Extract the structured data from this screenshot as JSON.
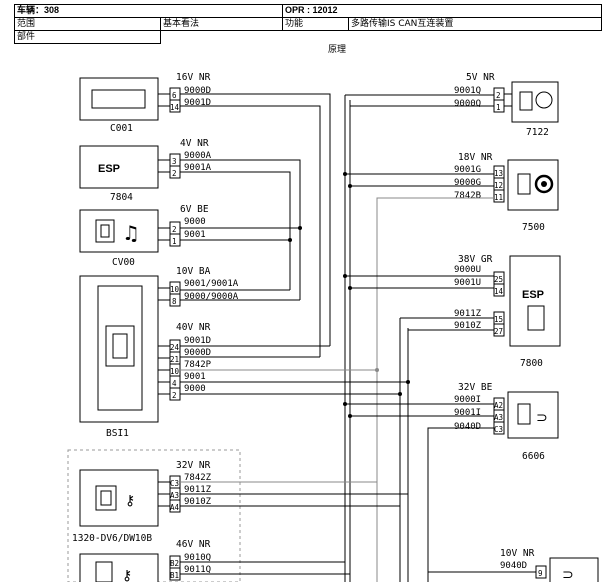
{
  "header": {
    "vehicle_label": "车辆：308",
    "opr_label": "OPR : 12012",
    "scope_label": "范围",
    "scope_value": "基本看法",
    "function_label": "功能",
    "function_value": "多路传输IS CAN互连装置",
    "part_label": "部件",
    "principle_label": "原理"
  },
  "left_components": [
    {
      "id": "C001",
      "voltage": "16V NR",
      "pins": [
        "6",
        "14"
      ],
      "signals": [
        "9000D",
        "9001D"
      ]
    },
    {
      "id": "7804",
      "voltage": "4V NR",
      "pins": [
        "3",
        "2"
      ],
      "signals": [
        "9000A",
        "9001A"
      ],
      "icon_text": "ESP"
    },
    {
      "id": "CV00",
      "voltage": "6V BE",
      "pins": [
        "2",
        "1"
      ],
      "signals": [
        "9000",
        "9001"
      ]
    },
    {
      "id": "BSI1",
      "voltage_a": "10V BA",
      "pins_a": [
        "10",
        "8"
      ],
      "signals_a": [
        "9001/9001A",
        "9000/9000A"
      ],
      "voltage_b": "40V NR",
      "pins_b": [
        "24",
        "21",
        "10",
        "4",
        "2"
      ],
      "signals_b": [
        "9001D",
        "9000D",
        "7842P",
        "9001",
        "9000"
      ]
    },
    {
      "id": "1320-DV6/DW10B",
      "voltage": "32V NR",
      "pins": [
        "C3",
        "A3",
        "A4"
      ],
      "signals": [
        "7842Z",
        "9011Z",
        "9010Z"
      ]
    },
    {
      "id": "",
      "voltage": "46V NR",
      "pins": [
        "B2",
        "B1"
      ],
      "signals": [
        "9010Q",
        "9011Q"
      ]
    }
  ],
  "right_components": [
    {
      "id": "7122",
      "voltage": "5V NR",
      "pins": [
        "2",
        "1"
      ],
      "signals": [
        "9001Q",
        "9000Q"
      ]
    },
    {
      "id": "7500",
      "voltage": "18V NR",
      "pins": [
        "13",
        "12",
        "11"
      ],
      "signals": [
        "9001G",
        "9000G",
        "7842B"
      ]
    },
    {
      "id": "7800",
      "voltage": "38V GR",
      "pins": [
        "25",
        "14",
        "15",
        "27"
      ],
      "signals": [
        "9000U",
        "9001U",
        "9011Z",
        "9010Z"
      ],
      "icon_text": "ESP"
    },
    {
      "id": "6606",
      "voltage": "32V BE",
      "pins": [
        "A2",
        "A3",
        "C3"
      ],
      "signals": [
        "9000I",
        "9001I",
        "9040D"
      ]
    },
    {
      "id": "",
      "voltage": "10V NR",
      "pins": [
        "9"
      ],
      "signals": [
        "9040D"
      ]
    }
  ]
}
